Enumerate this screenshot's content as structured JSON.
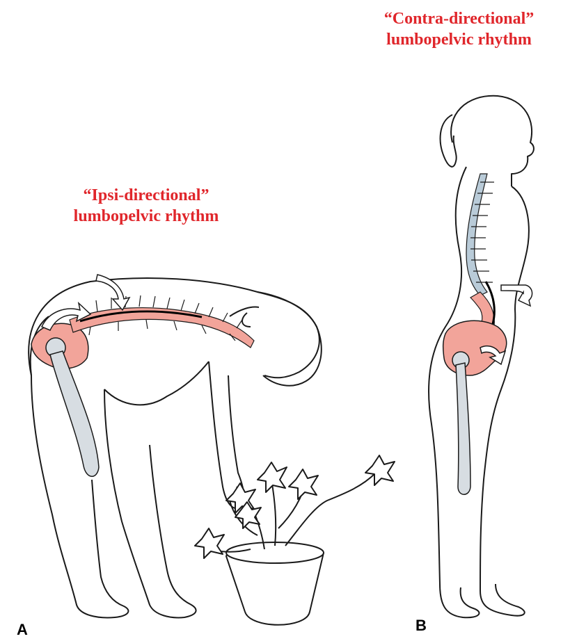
{
  "panel_a": {
    "title_line1": "“Ipsi-directional”",
    "title_line2": "lumbopelvic rhythm",
    "letter": "A"
  },
  "panel_b": {
    "title_line1": "“Contra-directional”",
    "title_line2": "lumbopelvic rhythm",
    "letter": "B"
  },
  "colors": {
    "accent_red": "#e0262b",
    "spine_pink": "#f2a49a",
    "bone_grey": "#d7dde2",
    "cervical_blue": "#b9cbd8",
    "outline": "#1a1a1a"
  }
}
